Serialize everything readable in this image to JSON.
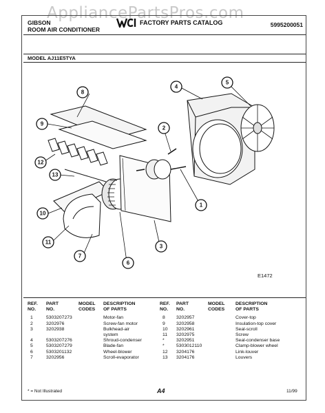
{
  "watermark": "AppliancePartsPros.com",
  "header": {
    "brand": "GIBSON",
    "product": "ROOM AIR CONDITIONER",
    "catalog_title": "FACTORY PARTS CATALOG",
    "catalog_number": "5995200051",
    "logo_icon": "wci-logo-icon"
  },
  "model": "MODEL AJ11E5TYA",
  "diagram": {
    "ref_code": "E1472",
    "callouts": [
      "1",
      "2",
      "3",
      "4",
      "5",
      "6",
      "7",
      "8",
      "9",
      "10",
      "11",
      "12",
      "13"
    ]
  },
  "table_left": {
    "headers": {
      "ref": [
        "REF.",
        "NO."
      ],
      "part": [
        "PART",
        "NO."
      ],
      "model": [
        "MODEL",
        "CODES"
      ],
      "desc": [
        "DESCRIPTION",
        "OF PARTS"
      ]
    },
    "rows": [
      {
        "ref": "1",
        "part": "5303207273",
        "desc": "Motor-fan"
      },
      {
        "ref": "2",
        "part": "3202976",
        "desc": "Screw-fan motor"
      },
      {
        "ref": "3",
        "part": "3202938",
        "desc": "Bulkhead-air"
      },
      {
        "ref": "",
        "part": "",
        "desc": "system"
      },
      {
        "ref": "4",
        "part": "5303207276",
        "desc": "Shroud-condenser"
      },
      {
        "ref": "5",
        "part": "5303207279",
        "desc": "Blade-fan"
      },
      {
        "ref": "6",
        "part": "5303201132",
        "desc": "Wheel-blower"
      },
      {
        "ref": "7",
        "part": "3202956",
        "desc": "Scroll-evaporator"
      }
    ]
  },
  "table_right": {
    "headers": {
      "ref": [
        "REF.",
        "NO."
      ],
      "part": [
        "PART",
        "NO."
      ],
      "model": [
        "MODEL",
        "CODES"
      ],
      "desc": [
        "DESCRIPTION",
        "OF PARTS"
      ]
    },
    "rows": [
      {
        "ref": "8",
        "part": "3202957",
        "desc": "Cover-top"
      },
      {
        "ref": "9",
        "part": "3202958",
        "desc": "Insulation-top cover"
      },
      {
        "ref": "10",
        "part": "3202961",
        "desc": "Seal-scroll"
      },
      {
        "ref": "11",
        "part": "3202975",
        "desc": "Screw"
      },
      {
        "ref": "*",
        "part": "3202951",
        "desc": "Seal-condenser base"
      },
      {
        "ref": "*",
        "part": "5303012110",
        "desc": "Clamp-blower wheel"
      },
      {
        "ref": "12",
        "part": "3204176",
        "desc": "Link-louver"
      },
      {
        "ref": "13",
        "part": "3204176",
        "desc": "Louvers"
      }
    ]
  },
  "footer": {
    "note": "* = Not Illustrated",
    "page_mark": "A4",
    "date": "11/99"
  }
}
